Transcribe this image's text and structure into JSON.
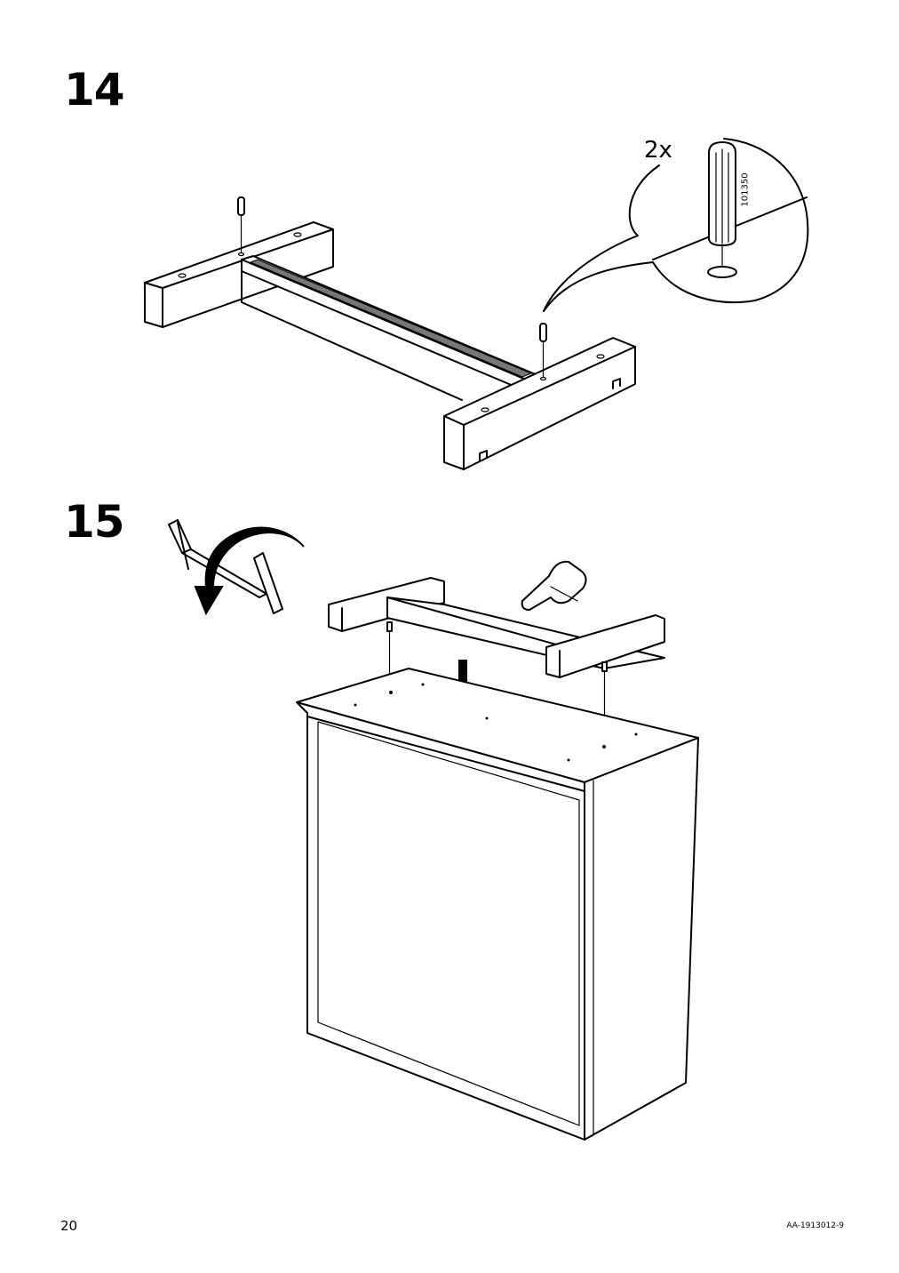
{
  "steps": [
    {
      "number": "14"
    },
    {
      "number": "15"
    }
  ],
  "callout": {
    "quantity": "2x",
    "part_number": "101350"
  },
  "footer": {
    "page_number": "20",
    "document_code": "AA-1913012-9"
  },
  "icons": [
    "dowel-icon",
    "rotate-arrow-icon",
    "hand-pointing-icon",
    "down-arrow-icon"
  ]
}
